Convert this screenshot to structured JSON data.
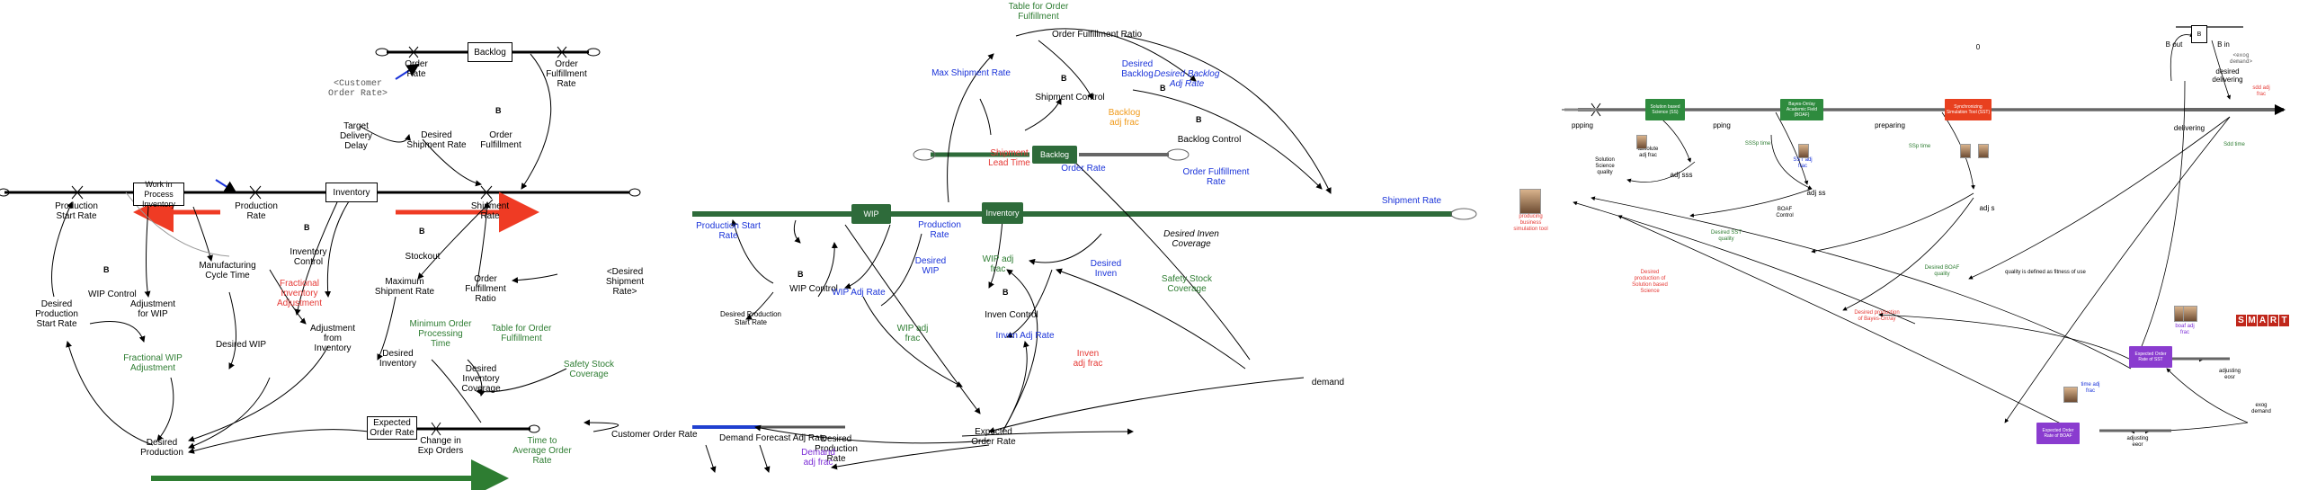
{
  "left": {
    "stocks": {
      "backlog": "Backlog",
      "wip": "Work in Process Inventory",
      "inventory": "Inventory",
      "expected_order_rate": "Expected Order Rate"
    },
    "labels": {
      "order_rate": "Order Rate",
      "order_fulfillment_rate": "Order Fulfillment Rate",
      "customer_order_rate_shadow": "<Customer Order Rate>",
      "target_delivery_delay": "Target Delivery Delay",
      "desired_shipment_rate": "Desired Shipment Rate",
      "order_fulfillment": "Order Fulfillment",
      "production_start_rate": "Production Start Rate",
      "production_rate": "Production Rate",
      "shipment_rate": "Shipment Rate",
      "inventory_control": "Inventory Control",
      "manufacturing_cycle_time": "Manufacturing Cycle Time",
      "stockout": "Stockout",
      "fractional_inventory_adjustment": "Fractional Inventory Adjustment",
      "maximum_shipment_rate": "Maximum Shipment Rate",
      "order_fulfillment_ratio": "Order Fulfillment Ratio",
      "desired_shipment_rate_shadow": "<Desired Shipment Rate>",
      "table_for_order_fulfillment": "Table for Order Fulfillment",
      "wip_control": "WIP Control",
      "desired_production_start_rate": "Desired Production Start Rate",
      "adjustment_for_wip": "Adjustment for WIP",
      "fractional_wip_adjustment": "Fractional WIP Adjustment",
      "desired_wip": "Desired WIP",
      "adjustment_from_inventory": "Adjustment from Inventory",
      "minimum_order_processing_time": "Minimum Order Processing Time",
      "desired_inventory": "Desired Inventory",
      "desired_inventory_coverage": "Desired Inventory Coverage",
      "safety_stock_coverage": "Safety Stock Coverage",
      "customer_order_rate": "Customer Order Rate",
      "desired_production": "Desired Production",
      "change_in_exp_orders": "Change in Exp Orders",
      "time_to_average_order_rate": "Time to Average Order Rate"
    }
  },
  "middle": {
    "stocks": {
      "wip": "WIP",
      "inventory": "Inventory",
      "backlog": "Backlog"
    },
    "labels": {
      "table_for_order_fulfillment": "Table for Order Fulfillment",
      "order_fulfillment_ratio": "Order Fulfillment Ratio",
      "max_shipment_rate": "Max Shipment Rate",
      "desired_backlog": "Desired Backlog",
      "desired_backlog_adj_rate": "Desired Backlog Adj Rate",
      "shipment_control": "Shipment Control",
      "backlog_adj_frac": "Backlog adj frac",
      "backlog_control": "Backlog Control",
      "shipment_lead_time": "Shipment Lead Time",
      "order_rate": "Order Rate",
      "order_fulfillment_rate": "Order Fulfillment Rate",
      "shipment_rate": "Shipment Rate",
      "production_start_rate": "Production Start Rate",
      "production_rate": "Production Rate",
      "desired_wip": "Desired WIP",
      "wip_adj_frac": "WIP adj frac",
      "desired_inven_coverage": "Desired Inven Coverage",
      "wip_control": "WIP Control",
      "desired_inven": "Desired Inven",
      "safety_stock_coverage": "Safety Stock Coverage",
      "desired_production_start_rate": "Desired Production Start Rate",
      "wip_adj_rate": "WIP Adj Rate",
      "wip_adj_frac2": "WIP adj frac",
      "inven_control": "Inven Control",
      "inven_adj_rate": "Inven Adj Rate",
      "inven_adj_frac": "Inven adj frac",
      "demand": "demand",
      "desired_production_rate": "Desired Production Rate",
      "expected_order_rate": "Expected Order Rate",
      "demand_forecast_adj_rate": "Demand Forecast Adj Rate",
      "demand_adj_frac": "Demand adj frac"
    }
  },
  "right": {
    "stocks": {
      "s1": "Solution based Science (SS)",
      "s2": "Bayes-Orr/ay Academic Field (BOAF)",
      "s3": "Synchronizing Simulation Tool (SST)",
      "b": "B",
      "e1": "Expected Order Rate of SST",
      "e2": "Expected Order Rate of BOAF"
    },
    "labels": {
      "zero": "0",
      "b_out": "B out",
      "b_in": "B in",
      "exog_demand_shadow": "<exog demand>",
      "desired_delivering": "desired delivering",
      "sdd_adj_frac": "sdd adj frac",
      "ppping": "ppping",
      "pping": "pping",
      "preparing": "preparing",
      "delivering": "delivering",
      "ss_quality": "Solution Science quality",
      "absolute_adj_frac": "absolute adj frac",
      "adj_sss": "adj sss",
      "sssp_time": "SSSp time",
      "sst_adj_frac": "SST adj frac",
      "adj_ss": "adj ss",
      "boaf_control": "BOAF Control",
      "ssp_time": "SSp time",
      "adj_s": "adj s",
      "sdd_time": "Sdd time",
      "producing_cosmo": "producing business simulation tool",
      "desired_sst_quality": "Desired SST quality",
      "desired_science": "Desired production of Solution based Science",
      "desired_boaf_quality": "Desired BOAF quality",
      "desired_boaf": "Desired production of Bayes-Orr/ay",
      "quality_defined": "quality is defined as fitness of use",
      "adjusting_eosr": "adjusting eosr",
      "exog_demand": "exog demand",
      "adjusting_eeor": "adjusting eeor",
      "time_adj_frac": "time adj frac",
      "boaf_adj_frac": "boaf adj frac",
      "logo": "SMART",
      "marker": "+"
    }
  }
}
